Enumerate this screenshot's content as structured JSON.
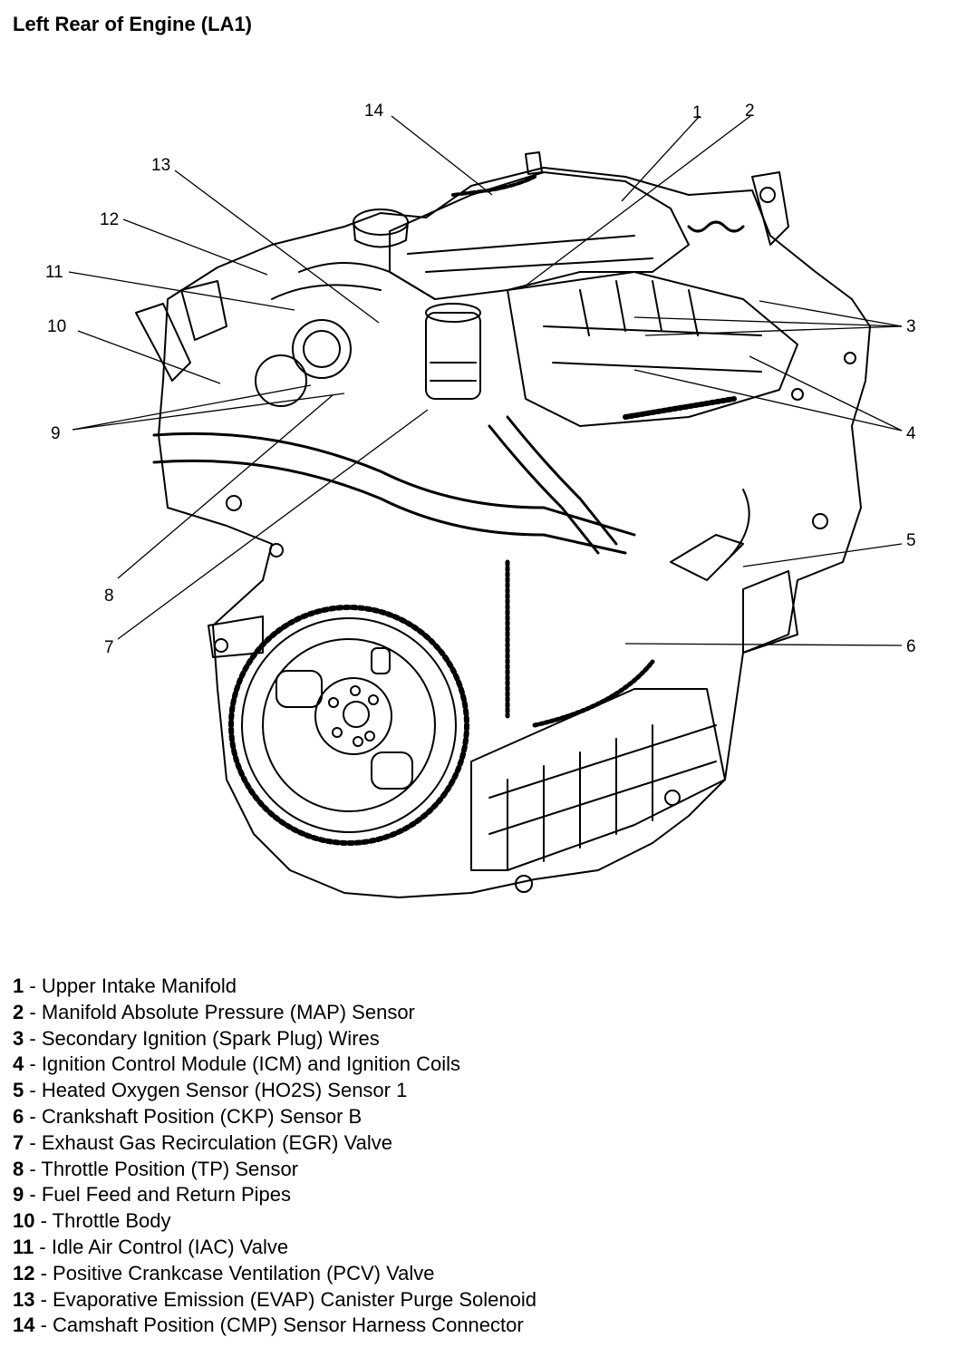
{
  "title": "Left Rear of Engine (LA1)",
  "callouts": [
    "1",
    "2",
    "3",
    "4",
    "5",
    "6",
    "7",
    "8",
    "9",
    "10",
    "11",
    "12",
    "13",
    "14"
  ],
  "legend": [
    {
      "num": "1",
      "sep": " - ",
      "label": "Upper Intake Manifold"
    },
    {
      "num": "2",
      "sep": " - ",
      "label": "Manifold Absolute Pressure (MAP) Sensor"
    },
    {
      "num": "3",
      "sep": " - ",
      "label": "Secondary Ignition (Spark Plug) Wires"
    },
    {
      "num": "4",
      "sep": " - ",
      "label": "Ignition Control Module (ICM) and Ignition Coils"
    },
    {
      "num": "5",
      "sep": " - ",
      "label": "Heated Oxygen Sensor (HO2S) Sensor 1"
    },
    {
      "num": "6",
      "sep": " - ",
      "label": "Crankshaft Position (CKP) Sensor B"
    },
    {
      "num": "7",
      "sep": " - ",
      "label": "Exhaust Gas Recirculation (EGR) Valve"
    },
    {
      "num": "8",
      "sep": " - ",
      "label": "Throttle Position (TP) Sensor"
    },
    {
      "num": "9",
      "sep": " - ",
      "label": "Fuel Feed and Return Pipes"
    },
    {
      "num": "10",
      "sep": " - ",
      "label": "Throttle Body"
    },
    {
      "num": "11",
      "sep": " - ",
      "label": "Idle Air Control (IAC) Valve"
    },
    {
      "num": "12",
      "sep": " - ",
      "label": "Positive Crankcase Ventilation (PCV) Valve"
    },
    {
      "num": "13",
      "sep": " - ",
      "label": "Evaporative Emission (EVAP) Canister Purge Solenoid"
    },
    {
      "num": "14",
      "sep": " - ",
      "label": "Camshaft Position (CMP) Sensor Harness Connector"
    }
  ]
}
